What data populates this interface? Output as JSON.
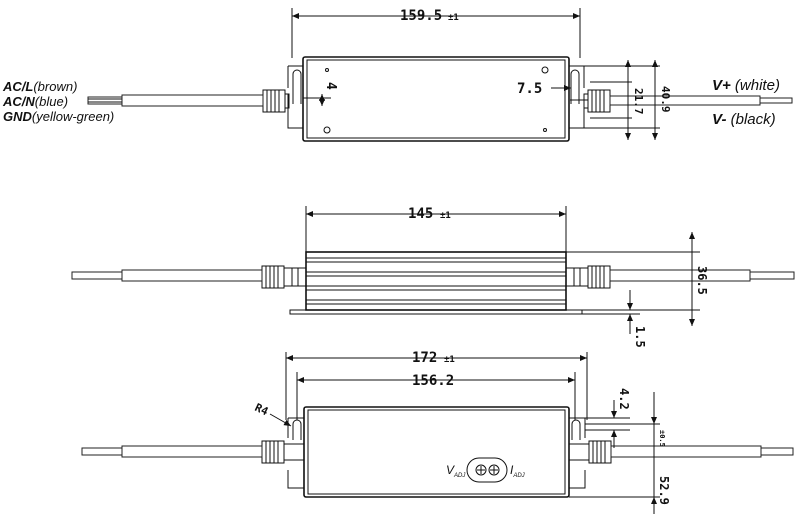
{
  "top_view": {
    "dim_length": "159.5",
    "dim_length_tol": "±1",
    "dim_hole": "4",
    "dim_slot": "7.5",
    "dim_inner_w": "21.7",
    "dim_outer_w": "40.9"
  },
  "side_view": {
    "dim_length": "145",
    "dim_length_tol": "±1",
    "dim_height": "36.5",
    "dim_flange": "1.5"
  },
  "bottom_view": {
    "dim_total": "172",
    "dim_total_tol": "±1",
    "dim_mount": "156.2",
    "dim_radius": "R4",
    "dim_slot_w": "4.2",
    "dim_offset": "52.9",
    "dim_offset_tol": "±0.5",
    "adj_v": "V",
    "adj_v_sub": "ADJ",
    "adj_i": "I",
    "adj_i_sub": "ADJ"
  },
  "labels": {
    "ac_l_bold": "AC/L",
    "ac_l_rest": "(brown)",
    "ac_n_bold": "AC/N",
    "ac_n_rest": "(blue)",
    "gnd_bold": "GND",
    "gnd_rest": "(yellow-green)",
    "v_plus_bold": "V+",
    "v_plus_rest": " (white)",
    "v_minus_bold": "V-",
    "v_minus_rest": " (black)"
  }
}
